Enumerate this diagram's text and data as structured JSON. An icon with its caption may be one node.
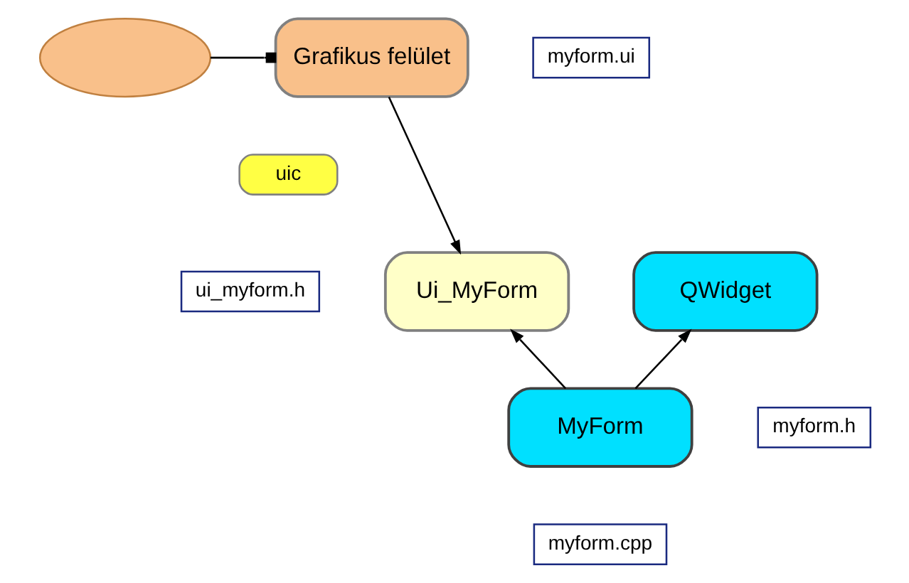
{
  "diagram": {
    "nodes": [
      {
        "text": [],
        "shape": "ellipse"
      },
      {
        "text": [
          "Grafikus felület"
        ]
      },
      {
        "text": [
          "myform.ui"
        ]
      },
      {
        "text": [
          "uic"
        ]
      },
      {
        "text": [
          "ui_myform.h"
        ]
      },
      {
        "text": [
          "Ui_MyForm"
        ]
      },
      {
        "text": [
          "QWidget"
        ]
      },
      {
        "text": [
          "myform.h"
        ]
      },
      {
        "text": [
          "MyForm"
        ]
      },
      {
        "text": [
          "myform.cpp"
        ]
      }
    ],
    "edges": [
      {
        "from": 0,
        "to": 1,
        "arrow": "other"
      },
      {
        "from": 1,
        "to": 5,
        "arrow": "to"
      },
      {
        "from": 8,
        "to": 5,
        "arrow": "to"
      },
      {
        "from": 8,
        "to": 6,
        "arrow": "to"
      }
    ]
  }
}
